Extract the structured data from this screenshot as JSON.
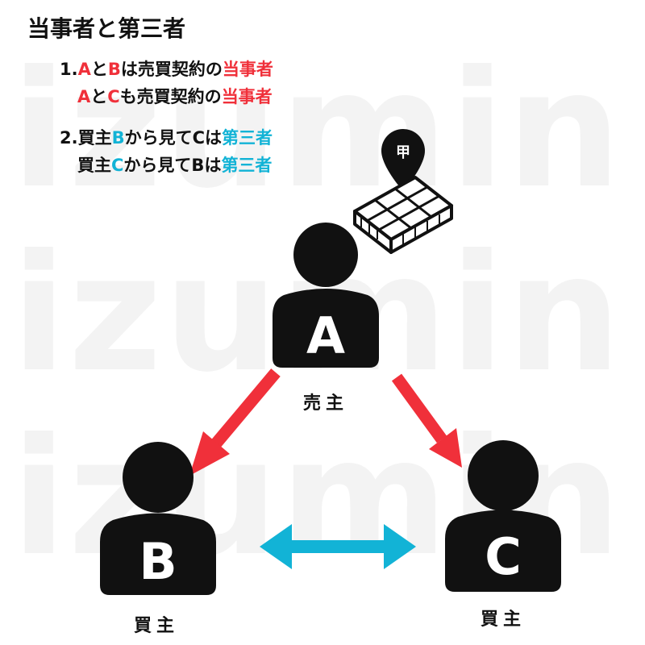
{
  "watermark": "izumin",
  "title": "当事者と第三者",
  "points": [
    {
      "number": "1.",
      "line1": [
        {
          "text": "A",
          "color": "red"
        },
        {
          "text": "と",
          "color": "black"
        },
        {
          "text": "B",
          "color": "red"
        },
        {
          "text": "は売買契約の",
          "color": "black"
        },
        {
          "text": "当事者",
          "color": "red"
        }
      ],
      "line2": [
        {
          "text": "A",
          "color": "red"
        },
        {
          "text": "と",
          "color": "black"
        },
        {
          "text": "C",
          "color": "red"
        },
        {
          "text": "も売買契約の",
          "color": "black"
        },
        {
          "text": "当事者",
          "color": "red"
        }
      ]
    },
    {
      "number": "2.",
      "line1": [
        {
          "text": "買主",
          "color": "black"
        },
        {
          "text": "B",
          "color": "cyan"
        },
        {
          "text": "から見て",
          "color": "black"
        },
        {
          "text": "C",
          "color": "black"
        },
        {
          "text": "は",
          "color": "black"
        },
        {
          "text": "第三者",
          "color": "cyan"
        }
      ],
      "line2": [
        {
          "text": "買主",
          "color": "black"
        },
        {
          "text": "C",
          "color": "cyan"
        },
        {
          "text": "から見て",
          "color": "black"
        },
        {
          "text": "B",
          "color": "black"
        },
        {
          "text": "は",
          "color": "black"
        },
        {
          "text": "第三者",
          "color": "cyan"
        }
      ]
    }
  ],
  "land_label": "甲",
  "persons": {
    "a": {
      "letter": "A",
      "role": "売主"
    },
    "b": {
      "letter": "B",
      "role": "買主"
    },
    "c": {
      "letter": "C",
      "role": "買主"
    }
  },
  "colors": {
    "red": "#f0303a",
    "cyan": "#12b3d6",
    "black": "#111111"
  }
}
